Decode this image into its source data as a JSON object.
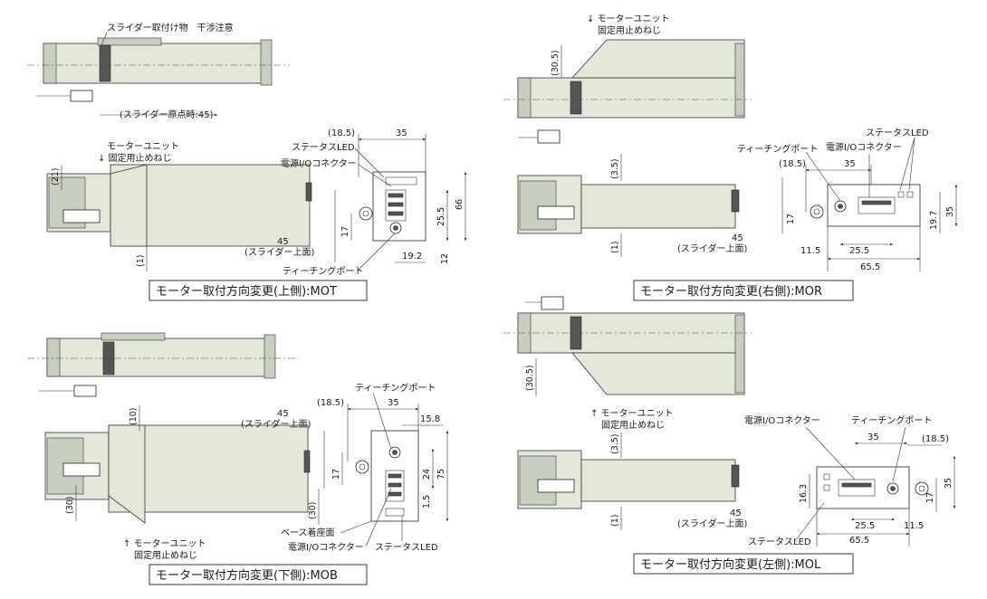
{
  "views": {
    "mot": {
      "caption": "モーター取付方向変更(上側):MOT",
      "note_slider": "スライダー取付け物　干渉注意",
      "note_origin": "(スライダー原点時:45)",
      "motor_note_1": "モーターユニット",
      "motor_note_2": "↓ 固定用止めねじ",
      "dim_21": "(21)",
      "dim_1": "(1)",
      "dim_45": "45",
      "slider_top": "(スライダー上面)",
      "dim_17": "17",
      "dim_18_5": "(18.5)",
      "dim_35": "35",
      "status_led": "ステータスLED",
      "power_io": "電源I/Oコネクター",
      "teaching_port": "ティーチングポート",
      "dim_25_5": "25.5",
      "dim_66": "66",
      "dim_19_2": "19.2",
      "dim_12": "12"
    },
    "mor": {
      "caption": "モーター取付方向変更(右側):MOR",
      "motor_note_1": "↓ モーターユニット",
      "motor_note_2": "固定用止めねじ",
      "dim_30_5": "(30.5)",
      "dim_3_5": "(3.5)",
      "dim_1": "(1)",
      "dim_45": "45",
      "slider_top": "(スライダー上面)",
      "teaching_port": "ティーチングポート",
      "power_io": "電源I/Oコネクター",
      "status_led": "ステータスLED",
      "dim_18_5": "(18.5)",
      "dim_35": "35",
      "dim_17": "17",
      "dim_11_5": "11.5",
      "dim_25_5": "25.5",
      "dim_65_5": "65.5",
      "dim_19_7": "19.7",
      "dim_35v": "35"
    },
    "mob": {
      "caption": "モーター取付方向変更(下側):MOB",
      "motor_note_1": "↑ モーターユニット",
      "motor_note_2": "固定用止めねじ",
      "dim_10": "(10)",
      "dim_30": "(30)",
      "dim_45": "45",
      "slider_top": "(スライダー上面)",
      "teaching_port": "ティーチングポート",
      "dim_18_5": "(18.5)",
      "dim_35": "35",
      "dim_15_8": "15.8",
      "dim_17": "17",
      "dim_30b": "(30)",
      "dim_24": "24",
      "dim_75": "75",
      "dim_1_5": "1.5",
      "base_face": "ベース着座面",
      "power_io": "電源I/Oコネクター",
      "status_led": "ステータスLED"
    },
    "mol": {
      "caption": "モーター取付方向変更(左側):MOL",
      "motor_note_1": "↑ モーターユニット",
      "motor_note_2": "固定用止めねじ",
      "dim_30_5": "(30.5)",
      "dim_3_5": "(3.5)",
      "dim_1": "(1)",
      "dim_45": "45",
      "slider_top": "(スライダー上面)",
      "power_io": "電源I/Oコネクター",
      "teaching_port": "ティーチングポート",
      "status_led": "ステータスLED",
      "dim_35": "35",
      "dim_18_5": "(18.5)",
      "dim_16_3": "16.3",
      "dim_17": "17",
      "dim_35v": "35",
      "dim_25_5": "25.5",
      "dim_11_5": "11.5",
      "dim_65_5": "65.5"
    }
  }
}
